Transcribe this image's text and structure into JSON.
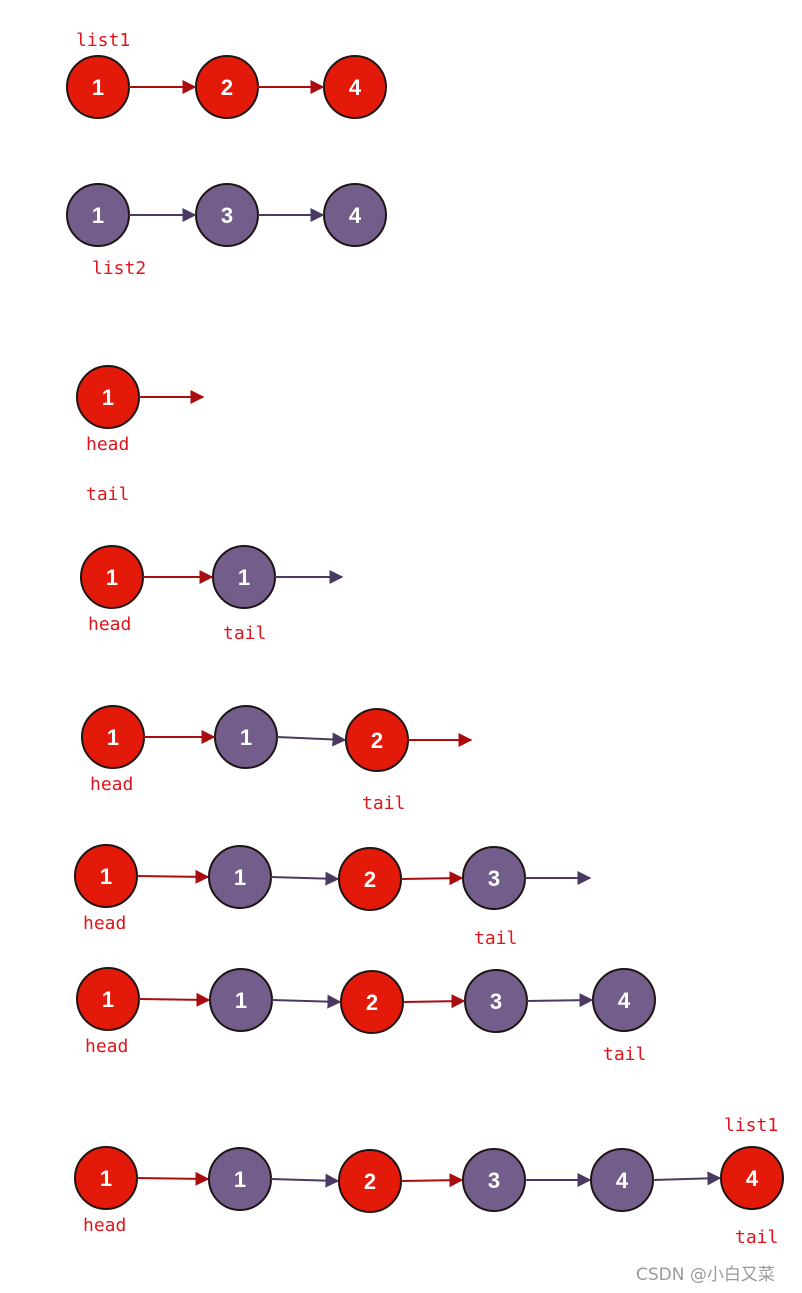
{
  "colors": {
    "list1_node": "#e31a0a",
    "list2_node": "#735d8a",
    "node_stroke": "#1e1414",
    "list1_arrow": "#a80d10",
    "list2_arrow": "#4a3a62",
    "label": "#e0141c",
    "watermark": "#9a9a9a"
  },
  "diagrams": [
    {
      "name": "list1",
      "nodes": [
        {
          "value": "1",
          "list": "list1"
        },
        {
          "value": "2",
          "list": "list1"
        },
        {
          "value": "4",
          "list": "list1"
        }
      ],
      "trailing_arrow": null,
      "labels": [
        {
          "text": "list1"
        }
      ]
    },
    {
      "name": "list2",
      "nodes": [
        {
          "value": "1",
          "list": "list2"
        },
        {
          "value": "3",
          "list": "list2"
        },
        {
          "value": "4",
          "list": "list2"
        }
      ],
      "trailing_arrow": null,
      "labels": [
        {
          "text": "list2"
        }
      ]
    },
    {
      "name": "step-1",
      "nodes": [
        {
          "value": "1",
          "list": "list1"
        }
      ],
      "trailing_arrow": "list1",
      "labels": [
        {
          "text": "head"
        },
        {
          "text": "tail"
        }
      ]
    },
    {
      "name": "step-2",
      "nodes": [
        {
          "value": "1",
          "list": "list1"
        },
        {
          "value": "1",
          "list": "list2"
        }
      ],
      "trailing_arrow": "list2",
      "labels": [
        {
          "text": "head"
        },
        {
          "text": "tail"
        }
      ]
    },
    {
      "name": "step-3",
      "nodes": [
        {
          "value": "1",
          "list": "list1"
        },
        {
          "value": "1",
          "list": "list2"
        },
        {
          "value": "2",
          "list": "list1"
        }
      ],
      "trailing_arrow": "list1",
      "labels": [
        {
          "text": "head"
        },
        {
          "text": "tail"
        }
      ]
    },
    {
      "name": "step-4",
      "nodes": [
        {
          "value": "1",
          "list": "list1"
        },
        {
          "value": "1",
          "list": "list2"
        },
        {
          "value": "2",
          "list": "list1"
        },
        {
          "value": "3",
          "list": "list2"
        }
      ],
      "trailing_arrow": "list2",
      "labels": [
        {
          "text": "head"
        },
        {
          "text": "tail"
        }
      ]
    },
    {
      "name": "step-5",
      "nodes": [
        {
          "value": "1",
          "list": "list1"
        },
        {
          "value": "1",
          "list": "list2"
        },
        {
          "value": "2",
          "list": "list1"
        },
        {
          "value": "3",
          "list": "list2"
        },
        {
          "value": "4",
          "list": "list2"
        }
      ],
      "trailing_arrow": null,
      "labels": [
        {
          "text": "head"
        },
        {
          "text": "tail"
        }
      ]
    },
    {
      "name": "step-6",
      "nodes": [
        {
          "value": "1",
          "list": "list1"
        },
        {
          "value": "1",
          "list": "list2"
        },
        {
          "value": "2",
          "list": "list1"
        },
        {
          "value": "3",
          "list": "list2"
        },
        {
          "value": "4",
          "list": "list2"
        },
        {
          "value": "4",
          "list": "list1"
        }
      ],
      "trailing_arrow": null,
      "labels": [
        {
          "text": "list1"
        },
        {
          "text": "head"
        },
        {
          "text": "tail"
        }
      ]
    }
  ],
  "watermark": "CSDN @小白又菜"
}
